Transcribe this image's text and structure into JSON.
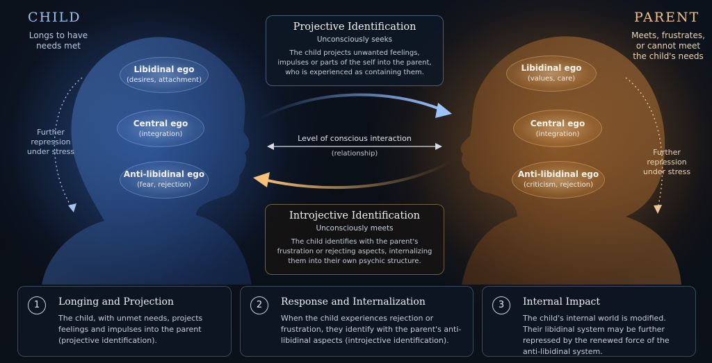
{
  "child": {
    "title": "CHILD",
    "subtitle": "Longs to have needs met",
    "stress_note": "Further repression under stress",
    "egos": [
      {
        "name": "Libidinal ego",
        "desc": "(desires, attachment)"
      },
      {
        "name": "Central ego",
        "desc": "(integration)"
      },
      {
        "name": "Anti-libidinal ego",
        "desc": "(fear, rejection)"
      }
    ]
  },
  "parent": {
    "title": "PARENT",
    "subtitle": "Meets, frustrates, or cannot meet the child's needs",
    "stress_note": "Further repression under stress",
    "egos": [
      {
        "name": "Libidinal ego",
        "desc": "(values, care)"
      },
      {
        "name": "Central ego",
        "desc": "(integration)"
      },
      {
        "name": "Anti-libidinal ego",
        "desc": "(criticism, rejection)"
      }
    ]
  },
  "projective": {
    "title": "Projective Identification",
    "subtitle": "Unconsciously seeks",
    "description": "The child projects unwanted feelings, impulses or parts of the self into the parent, who is experienced as containing them."
  },
  "middle": {
    "level": "Level of conscious interaction",
    "relationship": "(relationship)"
  },
  "introjective": {
    "title": "Introjective Identification",
    "subtitle": "Unconsciously meets",
    "description": "The child identifies with the parent's frustration or rejecting aspects, internalizing them into their own psychic structure."
  },
  "steps": [
    {
      "number": "1",
      "title": "Longing and Projection",
      "text": "The child, with unmet needs, projects feelings and impulses into the parent (projective identification)."
    },
    {
      "number": "2",
      "title": "Response and Internalization",
      "text": "When the child experiences rejection or frustration, they identify with the parent's anti-libidinal aspects (introjective identification)."
    },
    {
      "number": "3",
      "title": "Internal Impact",
      "text": "The child's internal world is modified. Their libidinal system may be further repressed by the renewed force of the anti-libidinal system."
    }
  ],
  "colors": {
    "child_accent": "#9fc1f0",
    "parent_accent": "#f0c48a",
    "projective_arrow": "#7fb0ff",
    "introjective_arrow": "#f0b060"
  }
}
